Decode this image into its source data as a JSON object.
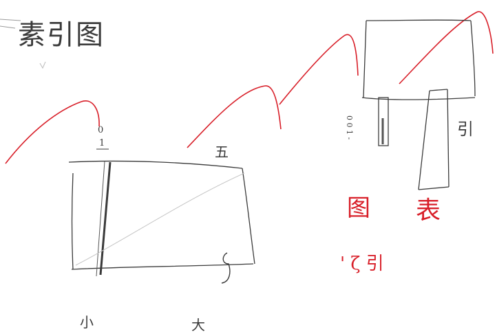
{
  "sketch": {
    "colors": {
      "pencil": "#3a3a3a",
      "faint_pencil": "#9a9a9a",
      "red_ink": "#d81e28"
    },
    "labels": {
      "title": "素引图",
      "left_tick_top": "0",
      "left_tick_bottom": "1",
      "top_right_of_frame": "五",
      "bottom_inside_frame": "9",
      "below_left": "小",
      "below_mid": "大",
      "small_vertical": "0 0 1 -",
      "right_tall_bar": "引",
      "red_word_left": "图",
      "red_word_right": "表",
      "red_bottom": "' ζ 引"
    }
  }
}
